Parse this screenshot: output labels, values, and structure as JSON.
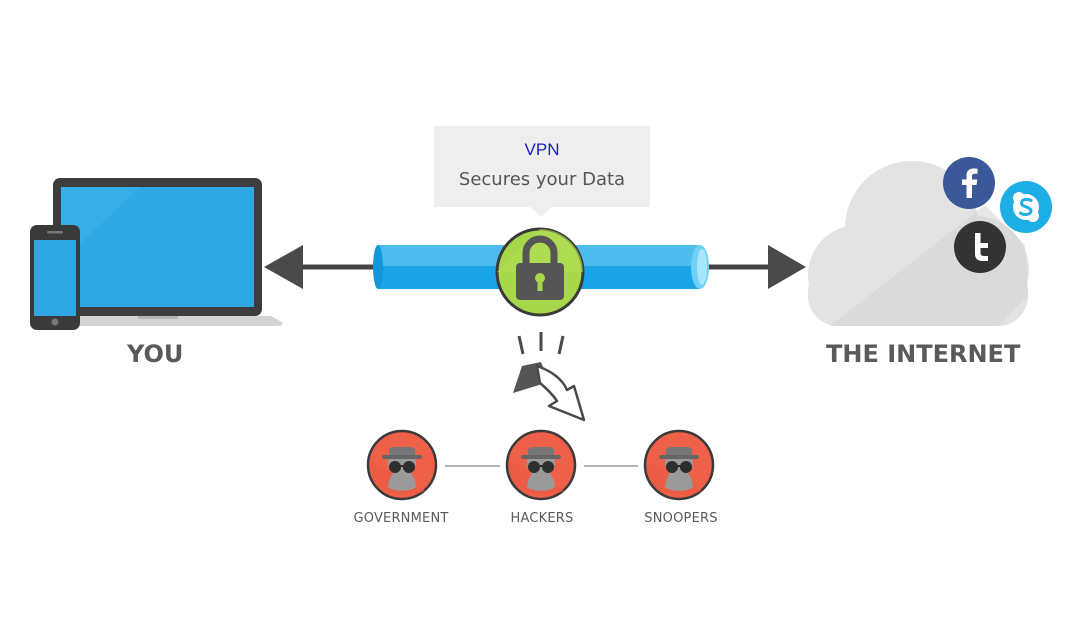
{
  "tooltip": {
    "title": "VPN",
    "subtitle": "Secures your Data"
  },
  "left": {
    "label": "YOU",
    "devices": [
      "laptop-icon",
      "smartphone-icon"
    ]
  },
  "right": {
    "label": "THE INTERNET",
    "services": [
      "facebook-icon",
      "skype-icon",
      "twitter-icon"
    ]
  },
  "threats": [
    {
      "label": "GOVERNMENT"
    },
    {
      "label": "HACKERS"
    },
    {
      "label": "SNOOPERS"
    }
  ],
  "colors": {
    "tunnel": "#1ba3e8",
    "lock_badge": "#a6d84a",
    "threat_badge": "#ef6048",
    "facebook": "#3b5998",
    "skype": "#1eaee6",
    "twitter": "#333333",
    "cloud": "#e3e3e3",
    "screen": "#2fa7e2"
  }
}
